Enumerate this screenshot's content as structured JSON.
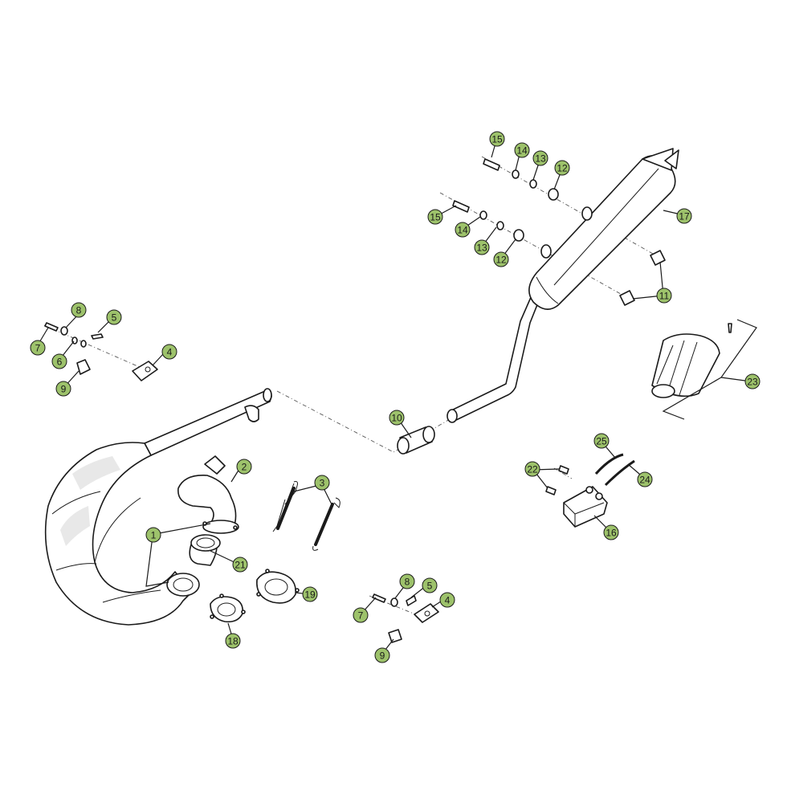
{
  "colors": {
    "badge_fill": "#9dc26b",
    "line": "#1a1a1a",
    "background": "#ffffff"
  },
  "callouts": [
    {
      "id": "c1",
      "label": "1"
    },
    {
      "id": "c2",
      "label": "2"
    },
    {
      "id": "c3",
      "label": "3"
    },
    {
      "id": "c4a",
      "label": "4"
    },
    {
      "id": "c4b",
      "label": "4"
    },
    {
      "id": "c5a",
      "label": "5"
    },
    {
      "id": "c5b",
      "label": "5"
    },
    {
      "id": "c6",
      "label": "6"
    },
    {
      "id": "c7a",
      "label": "7"
    },
    {
      "id": "c7b",
      "label": "7"
    },
    {
      "id": "c8a",
      "label": "8"
    },
    {
      "id": "c8b",
      "label": "8"
    },
    {
      "id": "c9a",
      "label": "9"
    },
    {
      "id": "c9b",
      "label": "9"
    },
    {
      "id": "c10",
      "label": "10"
    },
    {
      "id": "c11",
      "label": "11"
    },
    {
      "id": "c12a",
      "label": "12"
    },
    {
      "id": "c12b",
      "label": "12"
    },
    {
      "id": "c13a",
      "label": "13"
    },
    {
      "id": "c13b",
      "label": "13"
    },
    {
      "id": "c14a",
      "label": "14"
    },
    {
      "id": "c14b",
      "label": "14"
    },
    {
      "id": "c15a",
      "label": "15"
    },
    {
      "id": "c15b",
      "label": "15"
    },
    {
      "id": "c16",
      "label": "16"
    },
    {
      "id": "c17",
      "label": "17"
    },
    {
      "id": "c18",
      "label": "18"
    },
    {
      "id": "c19",
      "label": "19"
    },
    {
      "id": "c21",
      "label": "21"
    },
    {
      "id": "c22",
      "label": "22"
    },
    {
      "id": "c23",
      "label": "23"
    },
    {
      "id": "c24",
      "label": "24"
    },
    {
      "id": "c25",
      "label": "25"
    }
  ]
}
